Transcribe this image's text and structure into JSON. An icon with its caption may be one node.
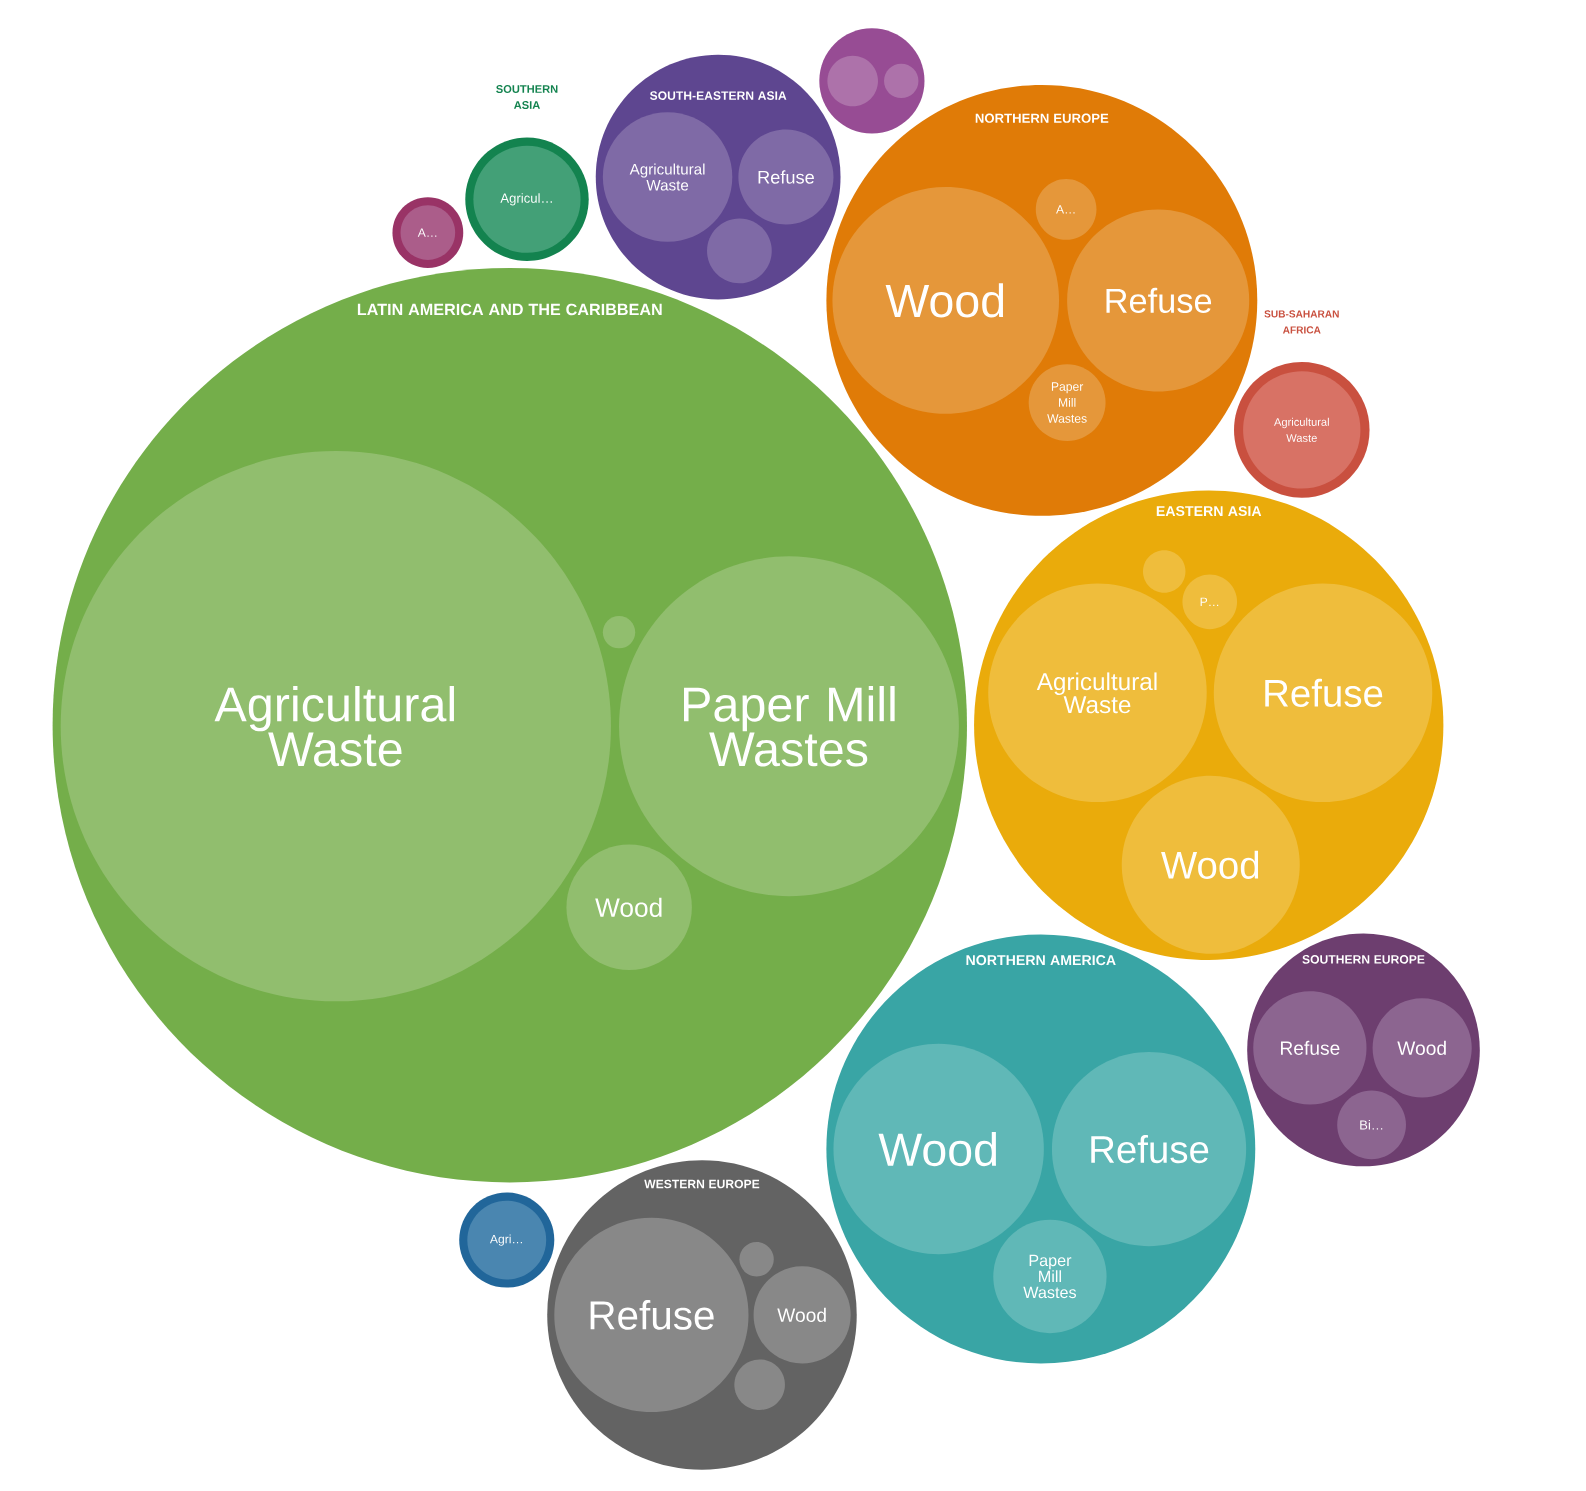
{
  "diagram": {
    "nodes": [
      {
        "text": [],
        "shape": "circle"
      },
      {
        "text": [
          "A…"
        ],
        "in": 0
      },
      {
        "text": [
          "SOUTHERN ASIA"
        ]
      },
      {
        "text": [
          "Agricul…"
        ],
        "in": 2
      },
      {
        "text": [
          "SOUTH-EASTERN ASIA"
        ]
      },
      {
        "text": [
          "Agricultural Waste"
        ],
        "in": 4
      },
      {
        "text": [
          "Refuse"
        ],
        "in": 4
      },
      {
        "text": [],
        "shape": "circle",
        "in": 4
      },
      {
        "text": [],
        "shape": "circle"
      },
      {
        "text": [],
        "shape": "circle",
        "in": 8
      },
      {
        "text": [],
        "shape": "circle",
        "in": 8
      },
      {
        "text": [
          "NORTHERN EUROPE"
        ]
      },
      {
        "text": [
          "A…"
        ],
        "in": 11
      },
      {
        "text": [
          "Wood"
        ],
        "in": 11
      },
      {
        "text": [
          "Refuse"
        ],
        "in": 11
      },
      {
        "text": [
          "Paper Mill Wastes"
        ],
        "in": 11
      },
      {
        "text": [
          "SUB-SAHARAN AFRICA"
        ]
      },
      {
        "text": [
          "Agricultural Waste"
        ],
        "in": 16
      },
      {
        "text": [
          "LATIN AMERICA AND THE CARIBBEAN"
        ]
      },
      {
        "text": [
          "Agricultural Waste"
        ],
        "in": 18
      },
      {
        "text": [],
        "shape": "circle",
        "in": 18
      },
      {
        "text": [
          "Paper Mill Wastes"
        ],
        "in": 18
      },
      {
        "text": [
          "Wood"
        ],
        "in": 18
      },
      {
        "text": [
          "EASTERN ASIA"
        ]
      },
      {
        "text": [],
        "shape": "circle",
        "in": 23
      },
      {
        "text": [
          "P…"
        ],
        "in": 23
      },
      {
        "text": [
          "Agricultural Waste"
        ],
        "in": 23
      },
      {
        "text": [
          "Refuse"
        ],
        "in": 23
      },
      {
        "text": [
          "Wood"
        ],
        "in": 23
      },
      {
        "text": [
          "SOUTHERN EUROPE"
        ]
      },
      {
        "text": [
          "Refuse"
        ],
        "in": 29
      },
      {
        "text": [
          "Wood"
        ],
        "in": 29
      },
      {
        "text": [
          "Bi…"
        ],
        "in": 29
      },
      {
        "text": [
          "NORTHERN AMERICA"
        ]
      },
      {
        "text": [
          "Wood"
        ],
        "in": 33
      },
      {
        "text": [
          "Refuse"
        ],
        "in": 33
      },
      {
        "text": [
          "Paper Mill Wastes"
        ],
        "in": 33
      },
      {
        "text": [],
        "shape": "circle"
      },
      {
        "text": [
          "Agri…"
        ],
        "in": 37
      },
      {
        "text": [
          "WESTERN EUROPE"
        ]
      },
      {
        "text": [],
        "shape": "circle",
        "in": 39
      },
      {
        "text": [
          "Refuse"
        ],
        "in": 39
      },
      {
        "text": [
          "Wood"
        ],
        "in": 39
      },
      {
        "text": [],
        "shape": "circle",
        "in": 39
      }
    ]
  }
}
